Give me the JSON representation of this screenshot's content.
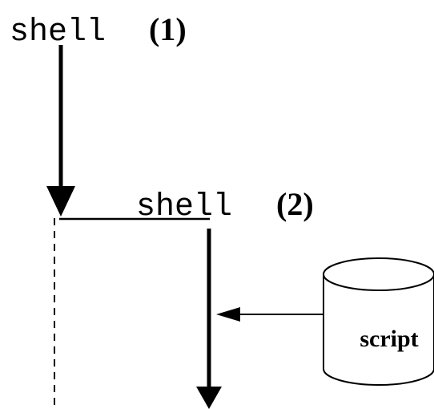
{
  "processes": [
    {
      "name": "shell",
      "number": "(1)"
    },
    {
      "name": "shell",
      "number": "(2)"
    }
  ],
  "file": {
    "label": "script"
  }
}
